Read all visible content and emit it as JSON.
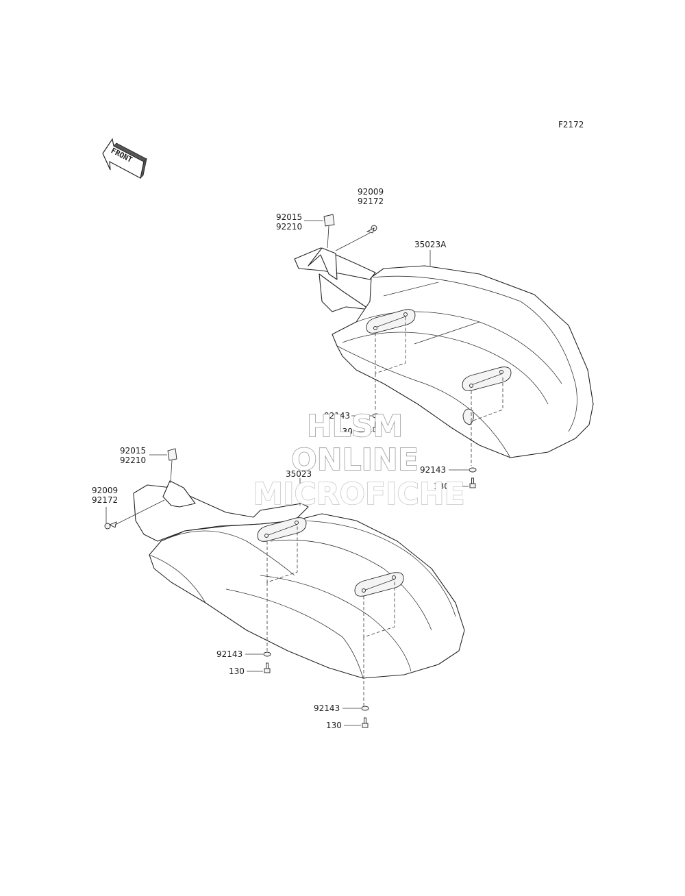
{
  "figure_code": "F2172",
  "front_arrow": {
    "text": "FRONT",
    "icon": "front-direction-arrow-icon"
  },
  "watermark": {
    "line1": "HLSM",
    "line2": "ONLINE",
    "line3": "MICROFICHE"
  },
  "upper_fender": {
    "part_number": "35023A",
    "bracket_clip_a": "92015",
    "bracket_clip_b": "92210",
    "screw_a": "92009",
    "screw_b": "92172",
    "washer_front": "92143",
    "bolt_front": "130",
    "washer_rear": "92143",
    "bolt_rear": "130"
  },
  "lower_fender": {
    "part_number": "35023",
    "bracket_clip_a": "92015",
    "bracket_clip_b": "92210",
    "screw_a": "92009",
    "screw_b": "92172",
    "washer_front": "92143",
    "bolt_front": "130",
    "washer_rear": "92143",
    "bolt_rear": "130"
  }
}
